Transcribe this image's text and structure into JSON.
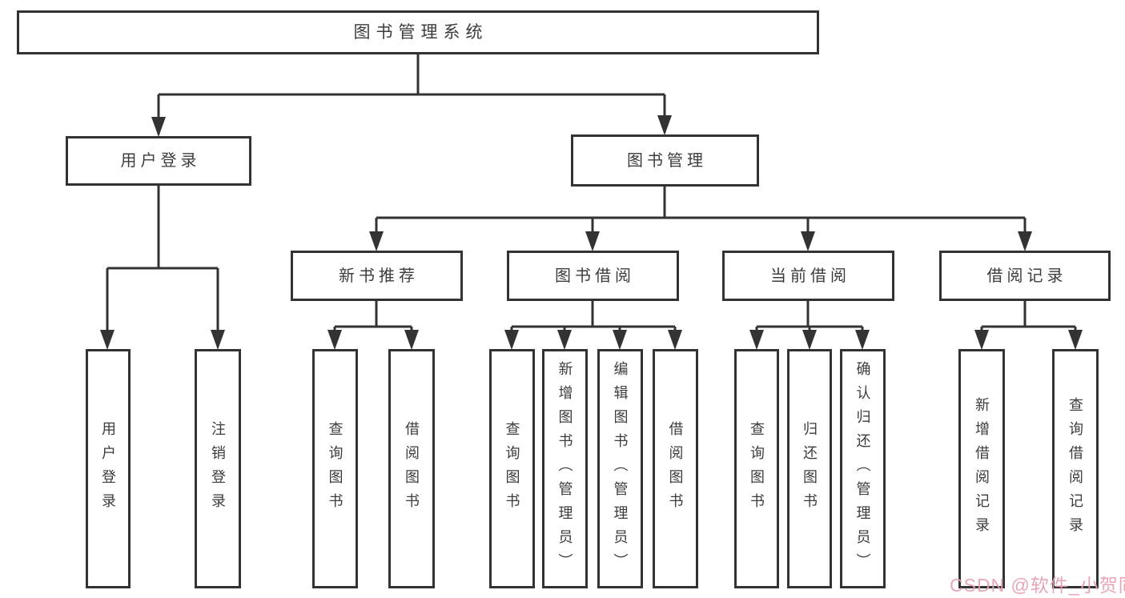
{
  "tree": {
    "root": {
      "label": "图书管理系统"
    },
    "branches": [
      {
        "label": "用户登录",
        "children": [
          {
            "label": "用户登录"
          },
          {
            "label": "注销登录"
          }
        ]
      },
      {
        "label": "图书管理",
        "children": [
          {
            "label": "新书推荐",
            "children": [
              {
                "label": "查询图书"
              },
              {
                "label": "借阅图书"
              }
            ]
          },
          {
            "label": "图书借阅",
            "children": [
              {
                "label": "查询图书"
              },
              {
                "label": "新增图书（管理员）"
              },
              {
                "label": "编辑图书（管理员）"
              },
              {
                "label": "借阅图书"
              }
            ]
          },
          {
            "label": "当前借阅",
            "children": [
              {
                "label": "查询图书"
              },
              {
                "label": "归还图书"
              },
              {
                "label": "确认归还（管理员）"
              }
            ]
          },
          {
            "label": "借阅记录",
            "children": [
              {
                "label": "新增借阅记录"
              },
              {
                "label": "查询借阅记录"
              }
            ]
          }
        ]
      }
    ]
  },
  "watermark": {
    "text": "CSDN @软件_小贺同学"
  },
  "colors": {
    "line": "#333333",
    "text": "#3c3c3c",
    "watermark": "#e49eae"
  }
}
